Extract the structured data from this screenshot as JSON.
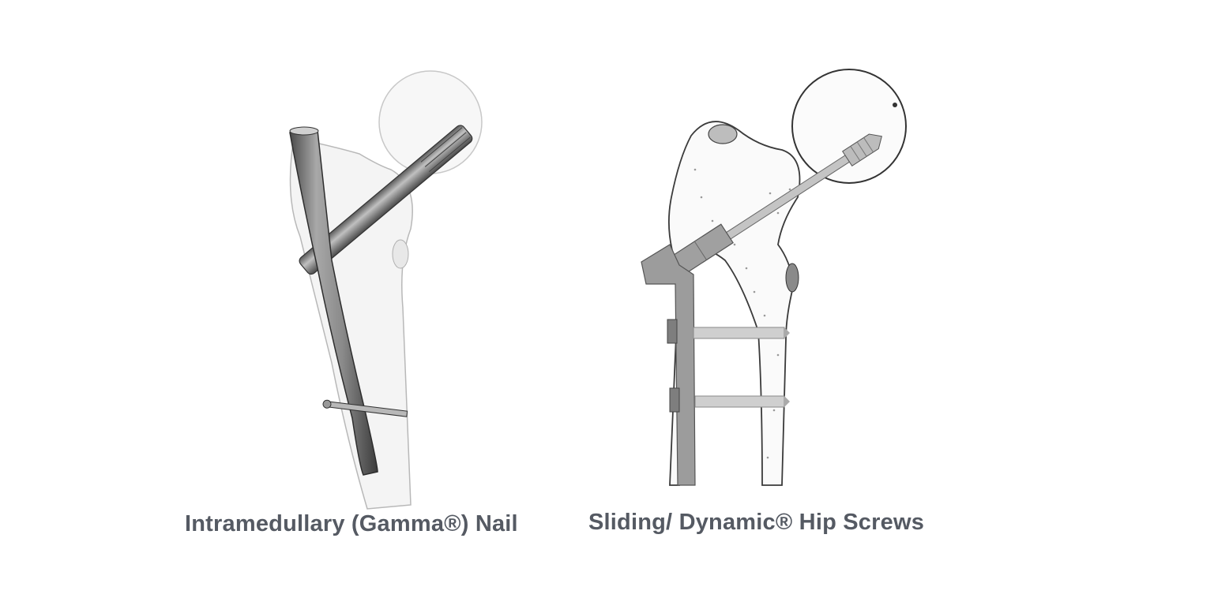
{
  "figure": {
    "panels": [
      {
        "id": "gamma-nail",
        "caption": "Intramedullary (Gamma®) Nail",
        "illustration": "femur-with-intramedullary-nail-and-lag-screw"
      },
      {
        "id": "dynamic-hip-screw",
        "caption": "Sliding/ Dynamic® Hip Screws",
        "illustration": "femur-with-side-plate-and-sliding-hip-screw"
      }
    ],
    "colors": {
      "caption": "#555a63",
      "implant": "#9a9a9a",
      "implant_dark": "#6e6e6e",
      "bone_outline": "#3a3a3a",
      "bone_fill": "#f6f6f6",
      "background": "#ffffff"
    }
  }
}
